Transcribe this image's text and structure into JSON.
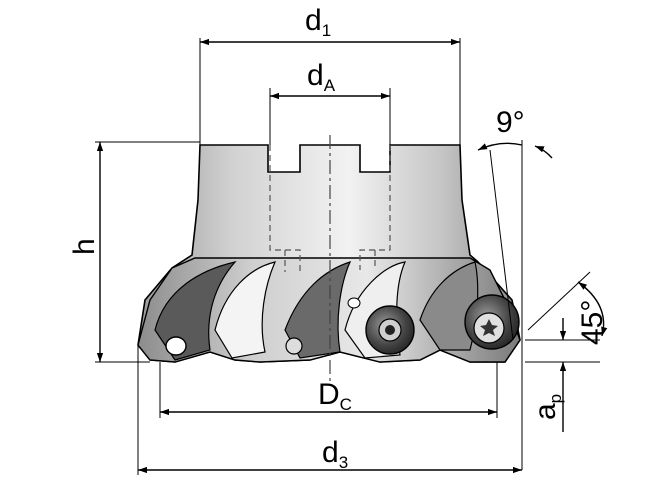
{
  "labels": {
    "d1": {
      "main": "d",
      "sub": "1"
    },
    "dA": {
      "main": "d",
      "sub": "A"
    },
    "h": "h",
    "angle_top": "9°",
    "angle_side": "45°",
    "Dc": {
      "main": "D",
      "sub": "C"
    },
    "ap": {
      "main": "a",
      "sub": "p"
    },
    "d3": {
      "main": "d",
      "sub": "3"
    }
  },
  "colors": {
    "line": "#000000",
    "body_light": "#e6e6e6",
    "body_mid": "#b8b8b8",
    "body_dark": "#6a6a6a",
    "insert": "#3a3a3a"
  }
}
